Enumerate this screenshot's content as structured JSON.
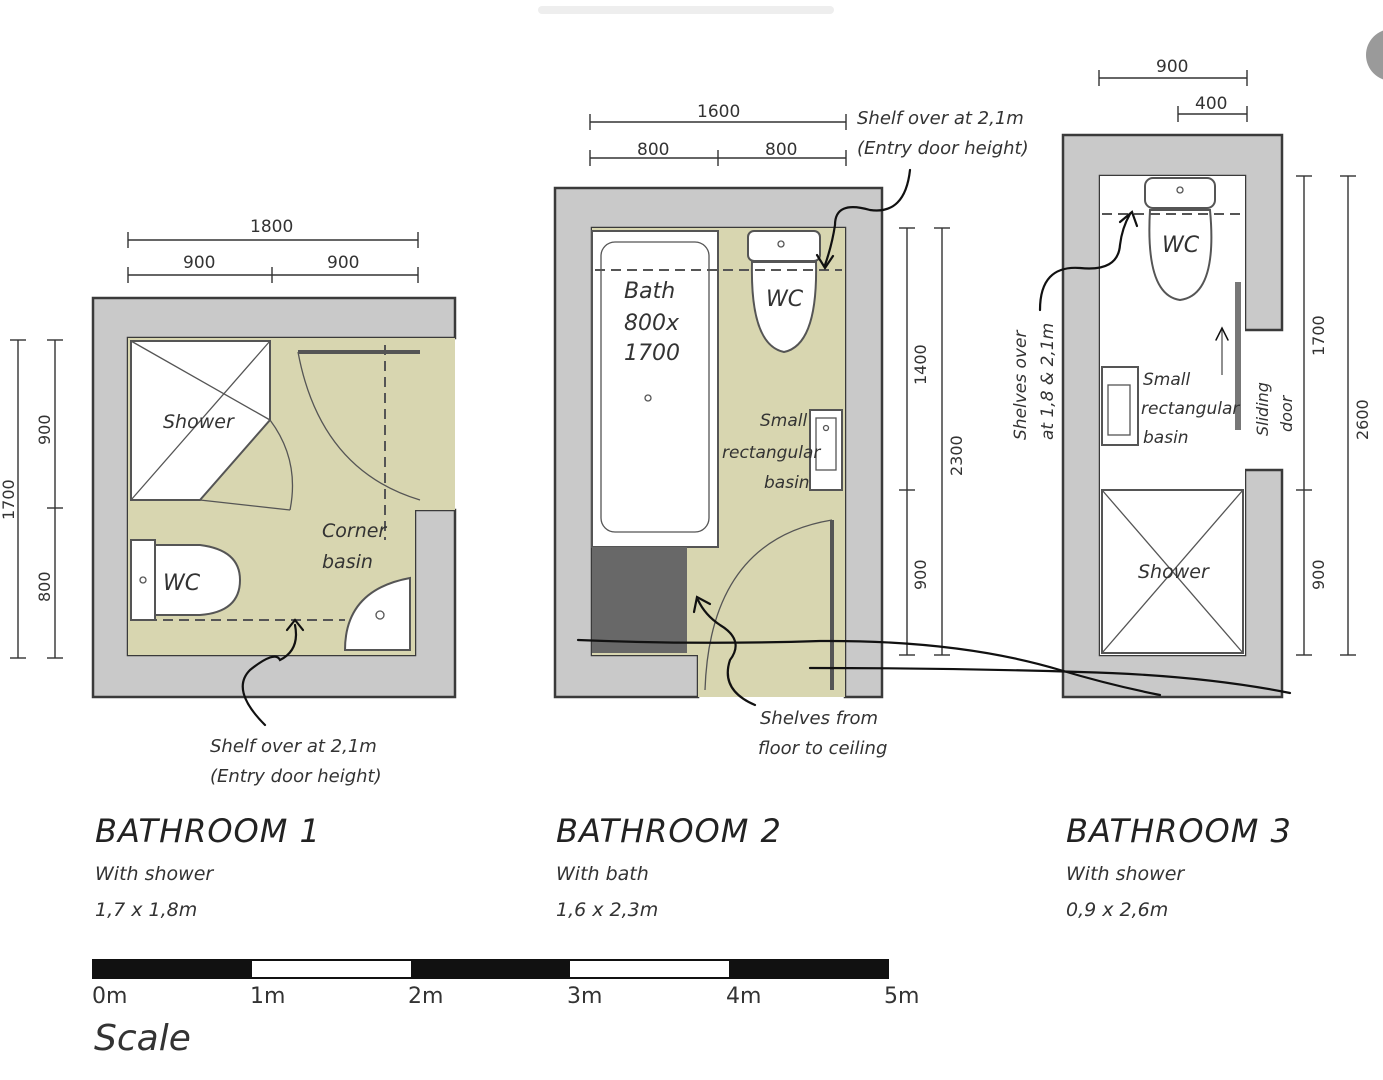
{
  "bathroom1": {
    "title": "BATHROOM 1",
    "subtitle": "With shower",
    "size": "1,7 x 1,8m",
    "dims": {
      "total_width": "1800",
      "left_half": "900",
      "right_half": "900",
      "total_height": "1700",
      "upper": "900",
      "lower": "800"
    },
    "labels": {
      "shower": "Shower",
      "wc": "WC",
      "corner_basin_line1": "Corner",
      "corner_basin_line2": "basin"
    },
    "note_line1": "Shelf over at 2,1m",
    "note_line2": "(Entry door height)"
  },
  "bathroom2": {
    "title": "BATHROOM 2",
    "subtitle": "With bath",
    "size": "1,6 x 2,3m",
    "dims": {
      "total_width": "1600",
      "left_half": "800",
      "right_half": "800",
      "total_height": "2300",
      "upper": "1400",
      "lower": "900"
    },
    "labels": {
      "bath_line1": "Bath",
      "bath_line2": "800x",
      "bath_line3": "1700",
      "wc": "WC",
      "basin_line1": "Small",
      "basin_line2": "rectangular",
      "basin_line3": "basin"
    },
    "note_top_line1": "Shelf over at 2,1m",
    "note_top_line2": "(Entry door height)",
    "note_bottom_line1": "Shelves from",
    "note_bottom_line2": "floor to ceiling"
  },
  "bathroom3": {
    "title": "BATHROOM 3",
    "subtitle": "With shower",
    "size": "0,9 x 2,6m",
    "dims": {
      "total_width": "900",
      "partial_width": "400",
      "total_height": "2600",
      "upper": "1700",
      "lower": "900"
    },
    "labels": {
      "wc": "WC",
      "basin_line1": "Small",
      "basin_line2": "rectangular",
      "basin_line3": "basin",
      "door_line1": "Sliding",
      "door_line2": "door",
      "shower": "Shower"
    },
    "note_line1": "Shelves over",
    "note_line2": "at 1,8 & 2,1m"
  },
  "scale": {
    "word": "Scale",
    "ticks": [
      "0m",
      "1m",
      "2m",
      "3m",
      "4m",
      "5m"
    ]
  },
  "colors": {
    "floor": "#d8d6b0",
    "wall": "#c9c9c9",
    "dark_shelf": "#686868"
  }
}
